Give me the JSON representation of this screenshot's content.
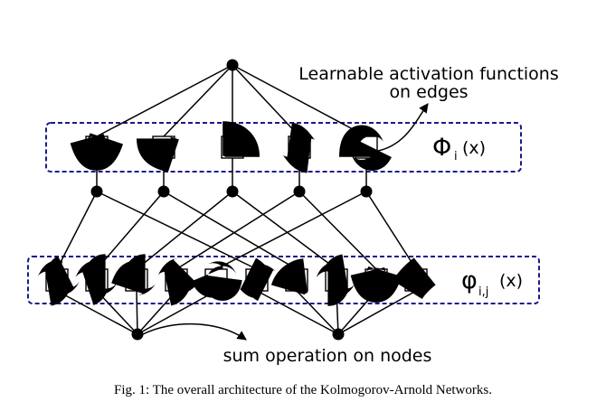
{
  "annotations": {
    "edges_label_line1": "Learnable activation functions",
    "edges_label_line2": "on edges",
    "phi_outer_symbol": "Φ",
    "phi_outer_sub": "i",
    "phi_outer_arg": "(x)",
    "phi_inner_symbol": "φ",
    "phi_inner_sub": "i,j",
    "phi_inner_arg": "(x)",
    "sum_label": "sum operation on nodes"
  },
  "caption": "Fig. 1: The overall architecture of the Kolmogorov-Arnold Networks.",
  "colors": {
    "group_border": "#1a1a8c",
    "lines": "#000000"
  }
}
